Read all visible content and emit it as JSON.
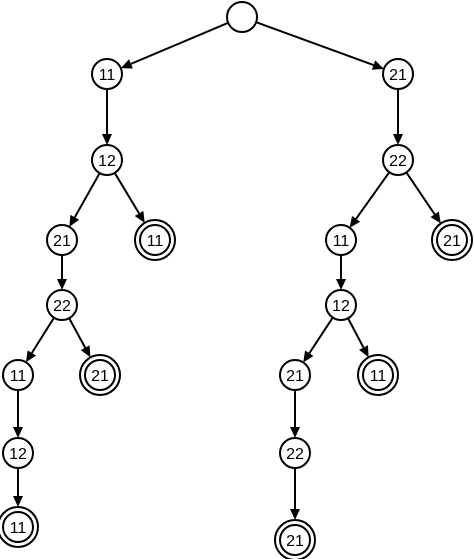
{
  "tree": {
    "nodes": [
      {
        "id": "root",
        "label": "",
        "final": false
      },
      {
        "id": "n1",
        "label": "11",
        "final": false
      },
      {
        "id": "n2",
        "label": "21",
        "final": false
      },
      {
        "id": "n3",
        "label": "12",
        "final": false
      },
      {
        "id": "n4",
        "label": "22",
        "final": false
      },
      {
        "id": "n5",
        "label": "21",
        "final": false
      },
      {
        "id": "n6",
        "label": "11",
        "final": true
      },
      {
        "id": "n7",
        "label": "11",
        "final": false
      },
      {
        "id": "n8",
        "label": "21",
        "final": true
      },
      {
        "id": "n9",
        "label": "22",
        "final": false
      },
      {
        "id": "n10",
        "label": "12",
        "final": false
      },
      {
        "id": "n11",
        "label": "11",
        "final": false
      },
      {
        "id": "n12",
        "label": "21",
        "final": true
      },
      {
        "id": "n13",
        "label": "21",
        "final": false
      },
      {
        "id": "n14",
        "label": "11",
        "final": true
      },
      {
        "id": "n15",
        "label": "12",
        "final": false
      },
      {
        "id": "n16",
        "label": "22",
        "final": false
      },
      {
        "id": "n17",
        "label": "11",
        "final": true
      },
      {
        "id": "n18",
        "label": "21",
        "final": true
      }
    ],
    "edges": [
      [
        "root",
        "n1"
      ],
      [
        "root",
        "n2"
      ],
      [
        "n1",
        "n3"
      ],
      [
        "n2",
        "n4"
      ],
      [
        "n3",
        "n5"
      ],
      [
        "n3",
        "n6"
      ],
      [
        "n4",
        "n7"
      ],
      [
        "n4",
        "n8"
      ],
      [
        "n5",
        "n9"
      ],
      [
        "n7",
        "n10"
      ],
      [
        "n9",
        "n11"
      ],
      [
        "n9",
        "n12"
      ],
      [
        "n10",
        "n13"
      ],
      [
        "n10",
        "n14"
      ],
      [
        "n11",
        "n15"
      ],
      [
        "n13",
        "n16"
      ],
      [
        "n15",
        "n17"
      ],
      [
        "n16",
        "n18"
      ]
    ]
  }
}
